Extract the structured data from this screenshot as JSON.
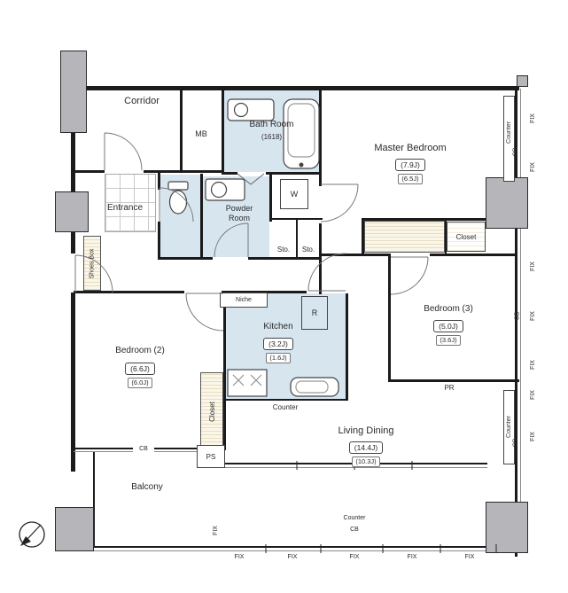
{
  "plan": {
    "labels": {
      "corridor": "Corridor",
      "mb": "MB",
      "bath_room": "Bath Room",
      "bath_size": "(1618)",
      "master_bedroom": "Master Bedroom",
      "master_size": "(7.9J)",
      "master_size_sub": "(6.5J)",
      "entrance": "Entrance",
      "powder_line1": "Powder",
      "powder_line2": "Room",
      "washer": "W",
      "sto": "Sto.",
      "closet": "Closet",
      "shoes_box": "Shoes Box",
      "niche": "Niche",
      "refrigerator": "R",
      "kitchen": "Kitchen",
      "kitchen_size": "(3.2J)",
      "kitchen_size_sub": "(1.6J)",
      "bedroom3": "Bedroom (3)",
      "bedroom3_size": "(5.0J)",
      "bedroom3_size_sub": "(3.6J)",
      "bedroom2": "Bedroom (2)",
      "bedroom2_size": "(6.6J)",
      "bedroom2_size_sub": "(6.0J)",
      "living_dining": "Living Dining",
      "living_size": "(14.4J)",
      "living_size_sub": "(10.3J)",
      "counter": "Counter",
      "pr": "PR",
      "cb": "CB",
      "ps": "PS",
      "balcony": "Balcony",
      "fix": "FIX"
    },
    "colors": {
      "wet_area": "#d7e5ef",
      "wall": "#1b1b1b",
      "pillar": "#b6b6ba",
      "closet_hatch": "#e7ddbf"
    }
  }
}
